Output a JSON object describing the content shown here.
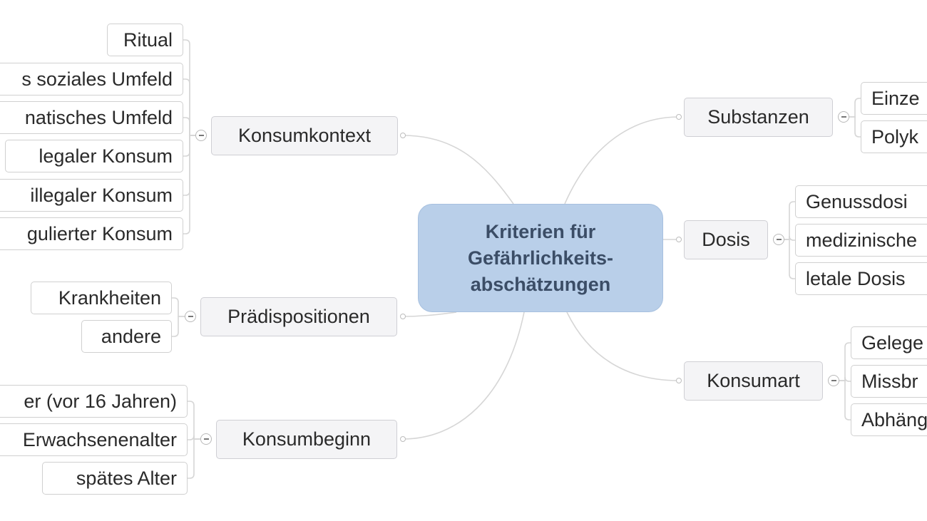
{
  "root": {
    "label": "Kriterien für\nGefährlichkeits-\nabschätzungen"
  },
  "branches": [
    {
      "label": "Konsumkontext",
      "children": [
        "Ritual",
        "s soziales Umfeld",
        "natisches Umfeld",
        "legaler Konsum",
        "illegaler Konsum",
        "gulierter Konsum"
      ]
    },
    {
      "label": "Prädispositionen",
      "children": [
        "Krankheiten",
        "andere"
      ]
    },
    {
      "label": "Konsumbeginn",
      "children": [
        "er (vor 16 Jahren)",
        "Erwachsenenalter",
        "spätes  Alter"
      ]
    },
    {
      "label": "Substanzen",
      "children": [
        "Einze",
        "Polyk"
      ]
    },
    {
      "label": "Dosis",
      "children": [
        "Genussdosi",
        "medizinische",
        "letale  Dosis"
      ]
    },
    {
      "label": "Konsumart",
      "children": [
        "Gelege",
        "Missbr",
        "Abhäng"
      ]
    }
  ],
  "colors": {
    "root_fill": "#b9cfe9",
    "node_fill": "#f4f4f6",
    "link": "#d6d6d6"
  }
}
